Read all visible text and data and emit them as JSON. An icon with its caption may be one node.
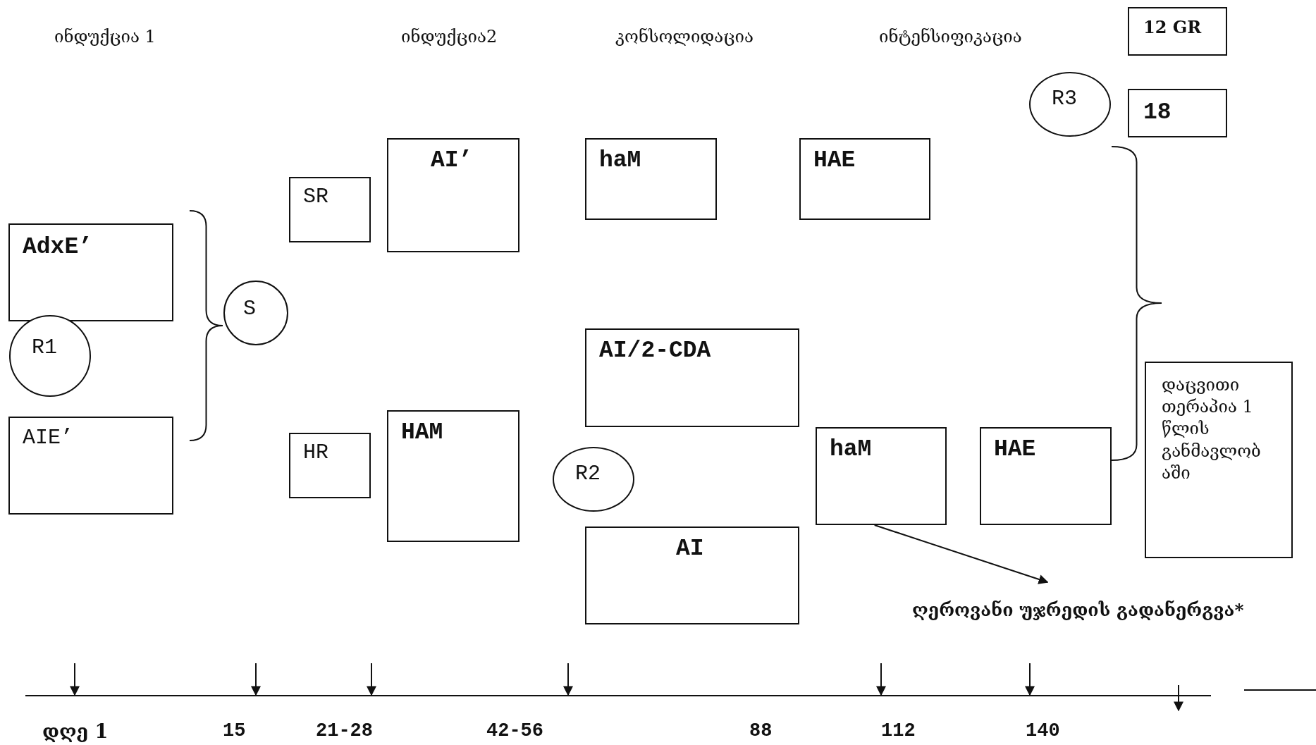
{
  "diagram": {
    "nodes": [
      {
        "text": [
          "12 GR"
        ]
      },
      {
        "text": [
          "R3"
        ]
      },
      {
        "text": [
          "18"
        ]
      },
      {
        "text": [
          "AI’"
        ]
      },
      {
        "text": [
          "haM"
        ]
      },
      {
        "text": [
          "HAE"
        ]
      },
      {
        "text": [
          "SR"
        ]
      },
      {
        "text": [
          "AdxE’"
        ]
      },
      {
        "text": [
          "S"
        ]
      },
      {
        "text": [
          "R1"
        ]
      },
      {
        "text": [
          "AI/2-CDA"
        ]
      },
      {
        "text": [
          "დაცვითი თერაპია 1 წლის განმავლობაში"
        ]
      },
      {
        "text": [
          "AIE’"
        ]
      },
      {
        "text": [
          "HR"
        ]
      },
      {
        "text": [
          "HAM"
        ]
      },
      {
        "text": [
          "haM"
        ]
      },
      {
        "text": [
          "HAE"
        ]
      },
      {
        "text": [
          "R2"
        ]
      },
      {
        "text": [
          "AI"
        ]
      },
      {
        "text": [
          "ღეროვანი უჯრედის გადანერგვა*"
        ]
      }
    ],
    "edges": [
      {
        "from": 15,
        "to": 19,
        "arrow": "to"
      }
    ],
    "labels": [
      "ინდუქცია 1",
      "ინდუქცია2",
      "კონსოლიდაცია",
      "ინტენსიფიკაცია",
      "დღე 1",
      "15",
      "21-28",
      "42-56",
      "88",
      "112",
      "140"
    ]
  }
}
